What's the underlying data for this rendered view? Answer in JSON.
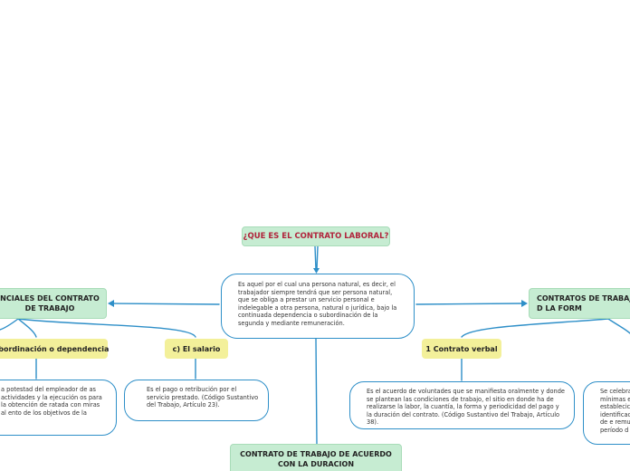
{
  "nodes": {
    "root_title": "¿QUE ES EL CONTRATO LABORAL?",
    "definition": "Es aquel por el cual una persona natural, es decir, el trabajador siempre tendrá que ser persona natural, que se obliga a prestar un servicio personal e indelegable a otra persona, natural o jurídica, bajo la continuada dependencia o subordinación de la segunda y mediante remuneración.",
    "left_topic": "NCIALES DEL CONTRATO DE TRABAJO",
    "right_topic": "CONTRATOS DE TRABAJO D LA FORM",
    "bottom_topic": "CONTRATO DE TRABAJO DE ACUERDO CON LA DURACION",
    "sub_subordinacion": "ubordinación o dependencia",
    "sub_salario": "c)    El salario",
    "sub_verbal": "1 Contrato verbal",
    "text_subordinacion": "a potestad del empleador de as actividades y la ejecución os para la obtención de ratada con miras al ento de los objetivos de la",
    "text_salario": "Es el pago o retribución por el servicio prestado. (Código Sustantivo del Trabajo, Artículo 23).",
    "text_verbal": "Es el acuerdo de voluntades que se manifiesta oralmente y donde se plantean las condiciones de trabajo, el sitio en donde ha de realizarse la labor, la cuantía, la forma y periodicidad del pago y la duración del contrato. (Código Sustantivo del Trabajo, Artículo 38).",
    "text_escrito": "Se celebra mínimas e establecic identificac lugar de e remunerac período d"
  },
  "colors": {
    "connector": "#2e8fc8",
    "topic_fill": "#c6ecd2",
    "sub_fill": "#f3f09a",
    "title_text": "#b0233b"
  }
}
